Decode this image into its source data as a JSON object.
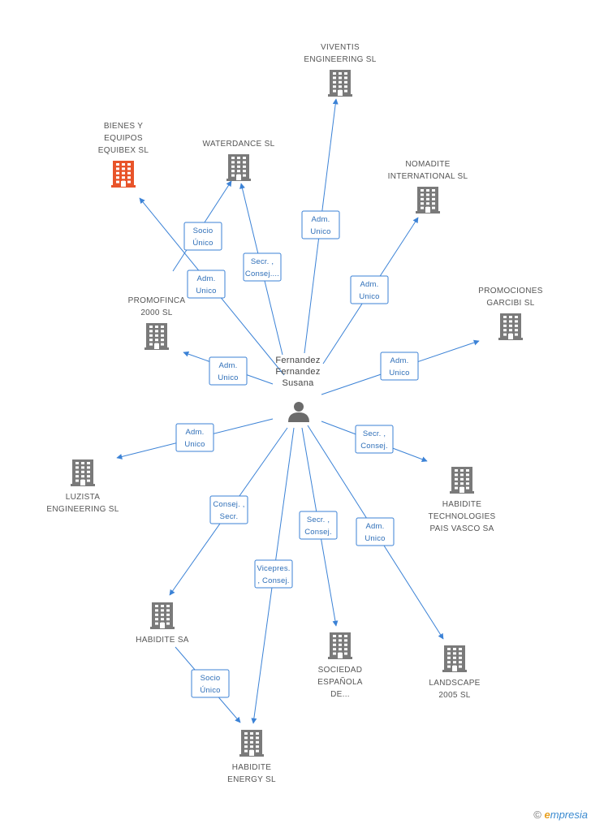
{
  "center": {
    "name_lines": [
      "Fernandez",
      "Fernandez",
      "Susana"
    ],
    "icon": "person-icon"
  },
  "companies": [
    {
      "id": "viventis",
      "lines": [
        "VIVENTIS",
        "ENGINEERING SL"
      ],
      "color": "#7a7a7a",
      "icon": "building-icon"
    },
    {
      "id": "bienes",
      "lines": [
        "BIENES Y",
        "EQUIPOS",
        "EQUIBEX SL"
      ],
      "color": "#e8542a",
      "icon": "building-icon"
    },
    {
      "id": "waterdance",
      "lines": [
        "WATERDANCE SL"
      ],
      "color": "#7a7a7a",
      "icon": "building-icon"
    },
    {
      "id": "nomadite",
      "lines": [
        "NOMADITE",
        "INTERNATIONAL SL"
      ],
      "color": "#7a7a7a",
      "icon": "building-icon"
    },
    {
      "id": "promofinca",
      "lines": [
        "PROMOFINCA",
        "2000 SL"
      ],
      "color": "#7a7a7a",
      "icon": "building-icon"
    },
    {
      "id": "garcibi",
      "lines": [
        "PROMOCIONES",
        "GARCIBI SL"
      ],
      "color": "#7a7a7a",
      "icon": "building-icon"
    },
    {
      "id": "luzista",
      "lines": [
        "LUZISTA",
        "ENGINEERING SL"
      ],
      "color": "#7a7a7a",
      "icon": "building-icon"
    },
    {
      "id": "habidite_tech",
      "lines": [
        "HABIDITE",
        "TECHNOLOGIES",
        "PAIS VASCO SA"
      ],
      "color": "#7a7a7a",
      "icon": "building-icon"
    },
    {
      "id": "habidite_sa",
      "lines": [
        "HABIDITE SA"
      ],
      "color": "#7a7a7a",
      "icon": "building-icon"
    },
    {
      "id": "sociedad",
      "lines": [
        "SOCIEDAD",
        "ESPAÑOLA",
        "DE..."
      ],
      "color": "#7a7a7a",
      "icon": "building-icon"
    },
    {
      "id": "landscape",
      "lines": [
        "LANDSCAPE",
        "2005 SL"
      ],
      "color": "#7a7a7a",
      "icon": "building-icon"
    },
    {
      "id": "habidite_energy",
      "lines": [
        "HABIDITE",
        "ENERGY SL"
      ],
      "color": "#7a7a7a",
      "icon": "building-icon"
    }
  ],
  "relations": [
    {
      "from": "center",
      "to": "viventis",
      "label": [
        "Adm.",
        "Unico"
      ]
    },
    {
      "from": "center",
      "to": "bienes",
      "label": [
        "Adm.",
        "Unico"
      ]
    },
    {
      "from": "center",
      "to": "waterdance",
      "label": [
        "Secr. ,",
        "Consej...."
      ]
    },
    {
      "from": "center",
      "to": "nomadite",
      "label": [
        "Adm.",
        "Unico"
      ]
    },
    {
      "from": "center",
      "to": "promofinca",
      "label": [
        "Adm.",
        "Unico"
      ]
    },
    {
      "from": "center",
      "to": "garcibi",
      "label": [
        "Adm.",
        "Unico"
      ]
    },
    {
      "from": "center",
      "to": "luzista",
      "label": [
        "Adm.",
        "Unico"
      ]
    },
    {
      "from": "center",
      "to": "habidite_tech",
      "label": [
        "Secr. ,",
        "Consej."
      ]
    },
    {
      "from": "center",
      "to": "habidite_sa",
      "label": [
        "Consej. ,",
        "Secr."
      ]
    },
    {
      "from": "center",
      "to": "sociedad",
      "label": [
        "Secr. ,",
        "Consej."
      ]
    },
    {
      "from": "center",
      "to": "landscape",
      "label": [
        "Adm.",
        "Unico"
      ]
    },
    {
      "from": "center",
      "to": "habidite_energy",
      "label": [
        "Vicepres.",
        ", Consej."
      ]
    },
    {
      "from": "promofinca",
      "to": "waterdance",
      "label": [
        "Socio",
        "Único"
      ]
    },
    {
      "from": "habidite_sa",
      "to": "habidite_energy",
      "label": [
        "Socio",
        "Único"
      ]
    }
  ],
  "brand": {
    "copyright": "©",
    "first_letter": "e",
    "rest": "mpresia"
  }
}
